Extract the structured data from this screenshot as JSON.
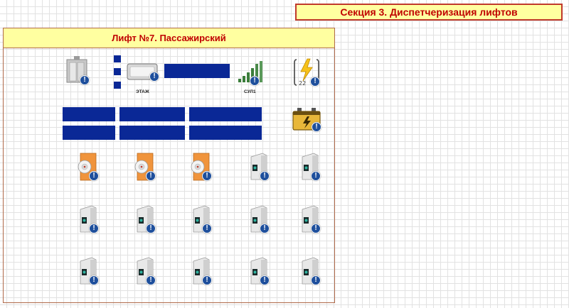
{
  "section": {
    "title": "Секция 3. Диспетчеризация лифтов"
  },
  "panel": {
    "title": "Лифт №7. Пассажирский",
    "labels": {
      "floor": "ЭТАЖ",
      "sul": "СУЛ1"
    },
    "badge_symbol": "!",
    "colors": {
      "accent_red": "#c00000",
      "header_bg": "#ffffa0",
      "value_blue": "#0a2896",
      "badge_blue": "#1e4f9c",
      "smoke_orange": "#f0943c"
    },
    "icons": {
      "elevator": "elevator-cabin-icon",
      "floor_display": "floor-display-icon",
      "signal": "signal-strength-icon",
      "power": "power-supply-icon",
      "battery": "battery-icon",
      "smoke_detector": "smoke-detector-icon",
      "sensor_module": "sensor-module-icon"
    }
  }
}
